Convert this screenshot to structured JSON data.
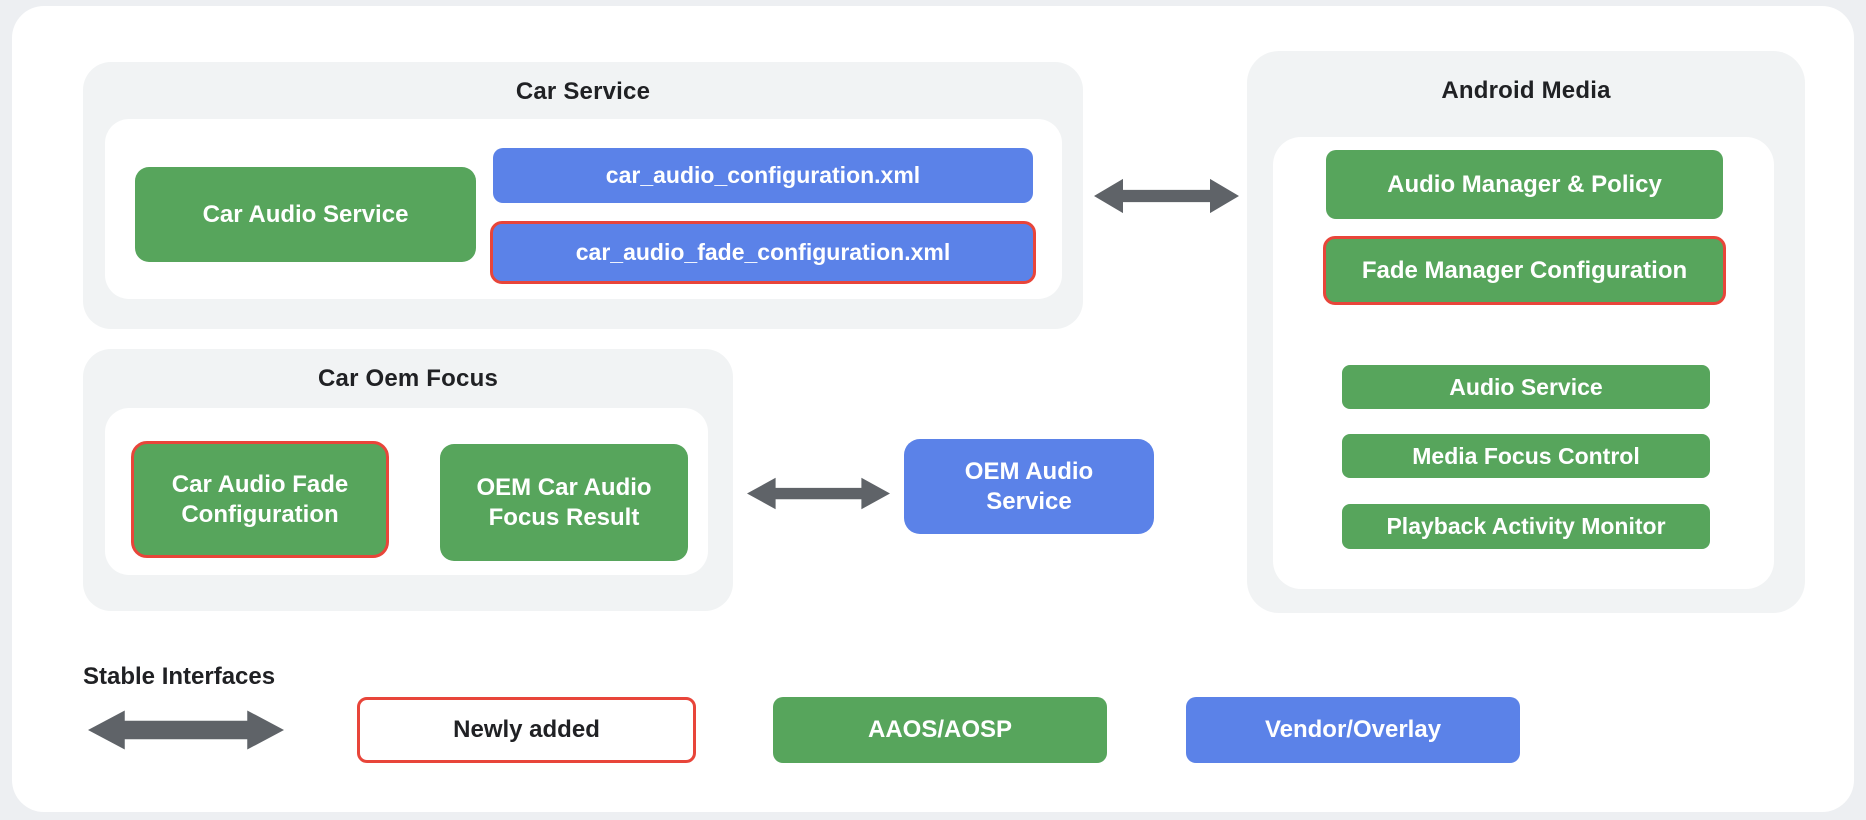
{
  "colors": {
    "page_background": "#EDEFF2",
    "card_background": "#FFFFFF",
    "panel_background": "#F1F3F4",
    "aaos_green": "#57A55C",
    "vendor_blue": "#5B82E8",
    "newly_added_red": "#E8453A",
    "arrow_gray": "#5F6368",
    "title_text": "#202124"
  },
  "car_service": {
    "title": "Car Service",
    "car_audio_service": "Car Audio Service",
    "config_xml": "car_audio_configuration.xml",
    "fade_config_xml": "car_audio_fade_configuration.xml"
  },
  "android_media": {
    "title": "Android Media",
    "audio_manager_policy": "Audio Manager & Policy",
    "fade_manager_configuration": "Fade Manager Configuration",
    "audio_service": "Audio Service",
    "media_focus_control": "Media Focus Control",
    "playback_activity_monitor": "Playback Activity Monitor"
  },
  "car_oem_focus": {
    "title": "Car Oem Focus",
    "car_audio_fade_configuration": "Car Audio Fade Configuration",
    "oem_car_audio_focus_result": "OEM Car Audio Focus Result"
  },
  "oem_audio_service": "OEM Audio Service",
  "legend": {
    "stable_interfaces": "Stable Interfaces",
    "newly_added": "Newly added",
    "aaos_aosp": "AAOS/AOSP",
    "vendor_overlay": "Vendor/Overlay"
  }
}
